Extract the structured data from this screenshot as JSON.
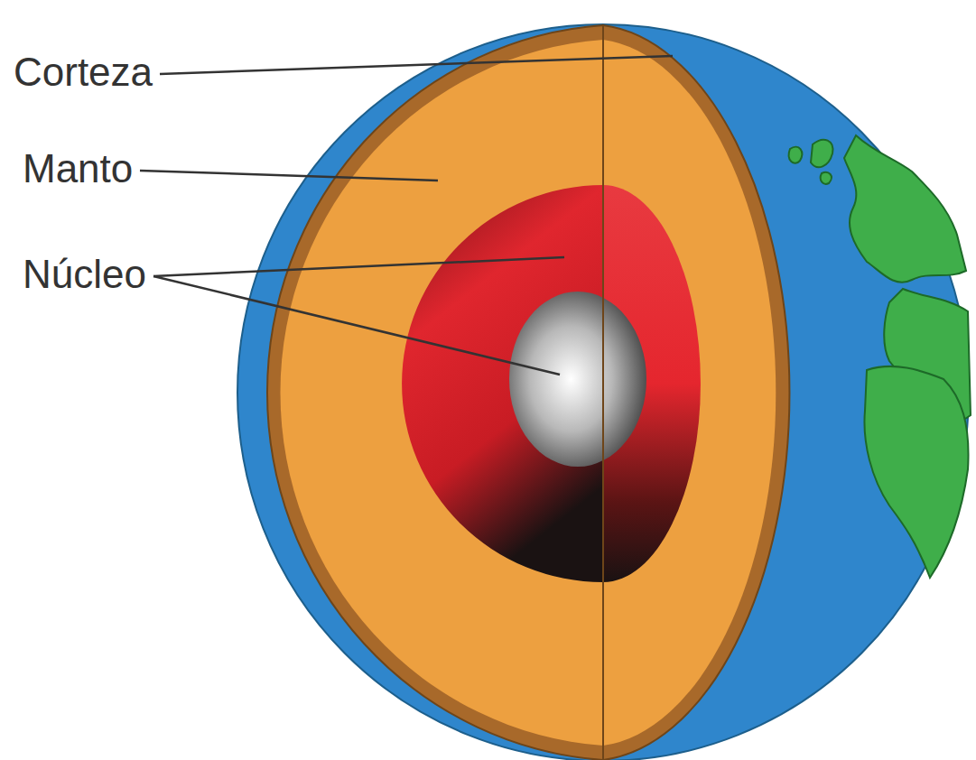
{
  "diagram": {
    "labels": [
      "Corteza",
      "Manto",
      "Núcleo"
    ]
  }
}
